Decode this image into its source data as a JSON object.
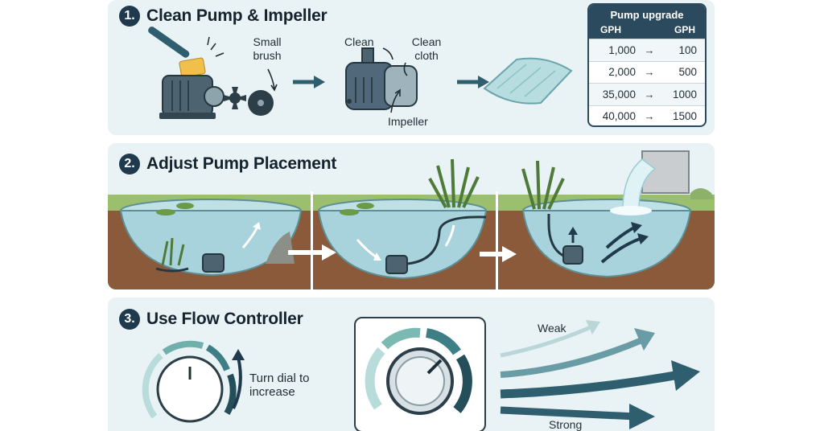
{
  "steps": [
    {
      "num": "1.",
      "title": "Clean Pump & Impeller"
    },
    {
      "num": "2.",
      "title": "Adjust Pump Placement"
    },
    {
      "num": "3.",
      "title": "Use Flow Controller"
    }
  ],
  "labels": {
    "small_brush": "Small brush",
    "clean": "Clean",
    "clean_cloth": "Clean cloth",
    "impeller": "Impeller",
    "turn_dial": "Turn dial to increase",
    "weak": "Weak",
    "strong": "Strong"
  },
  "table": {
    "title": "Pump upgrade",
    "col_a": "GPH",
    "col_b": "GPH",
    "arrow": "→",
    "rows": [
      {
        "from": "1,000",
        "to": "100"
      },
      {
        "from": "2,000",
        "to": "500"
      },
      {
        "from": "35,000",
        "to": "1000"
      },
      {
        "from": "40,000",
        "to": "1500"
      }
    ]
  },
  "colors": {
    "panel": "#e9f2f4",
    "dark": "#1f3a4d",
    "teal": "#2f5f6f",
    "water": "#a9d3dc",
    "soil": "#8a5a3a",
    "grass": "#7fa85a"
  },
  "icons": [
    "brush-icon",
    "pump-icon",
    "impeller-icon",
    "cloth-icon",
    "dial-icon",
    "flow-arrow-icon"
  ]
}
